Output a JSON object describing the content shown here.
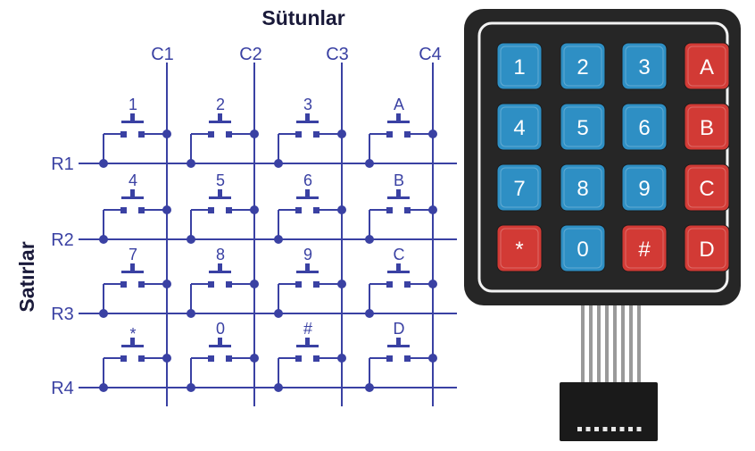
{
  "diagram": {
    "columns_title": "Sütunlar",
    "rows_title": "Satırlar",
    "column_labels": [
      "C1",
      "C2",
      "C3",
      "C4"
    ],
    "row_labels": [
      "R1",
      "R2",
      "R3",
      "R4"
    ],
    "keys": [
      [
        "1",
        "2",
        "3",
        "A"
      ],
      [
        "4",
        "5",
        "6",
        "B"
      ],
      [
        "7",
        "8",
        "9",
        "C"
      ],
      [
        "*",
        "0",
        "#",
        "D"
      ]
    ]
  },
  "keypad": {
    "keys": [
      [
        "1",
        "2",
        "3",
        "A"
      ],
      [
        "4",
        "5",
        "6",
        "B"
      ],
      [
        "7",
        "8",
        "9",
        "C"
      ],
      [
        "*",
        "0",
        "#",
        "D"
      ]
    ],
    "colors": {
      "blue": "#2e8fc4",
      "red": "#d23a35",
      "frame": "#262626",
      "cable": "#9a9a9a",
      "connector": "#1a1a1a"
    },
    "red_keys": [
      "A",
      "B",
      "C",
      "D",
      "*",
      "#"
    ]
  }
}
